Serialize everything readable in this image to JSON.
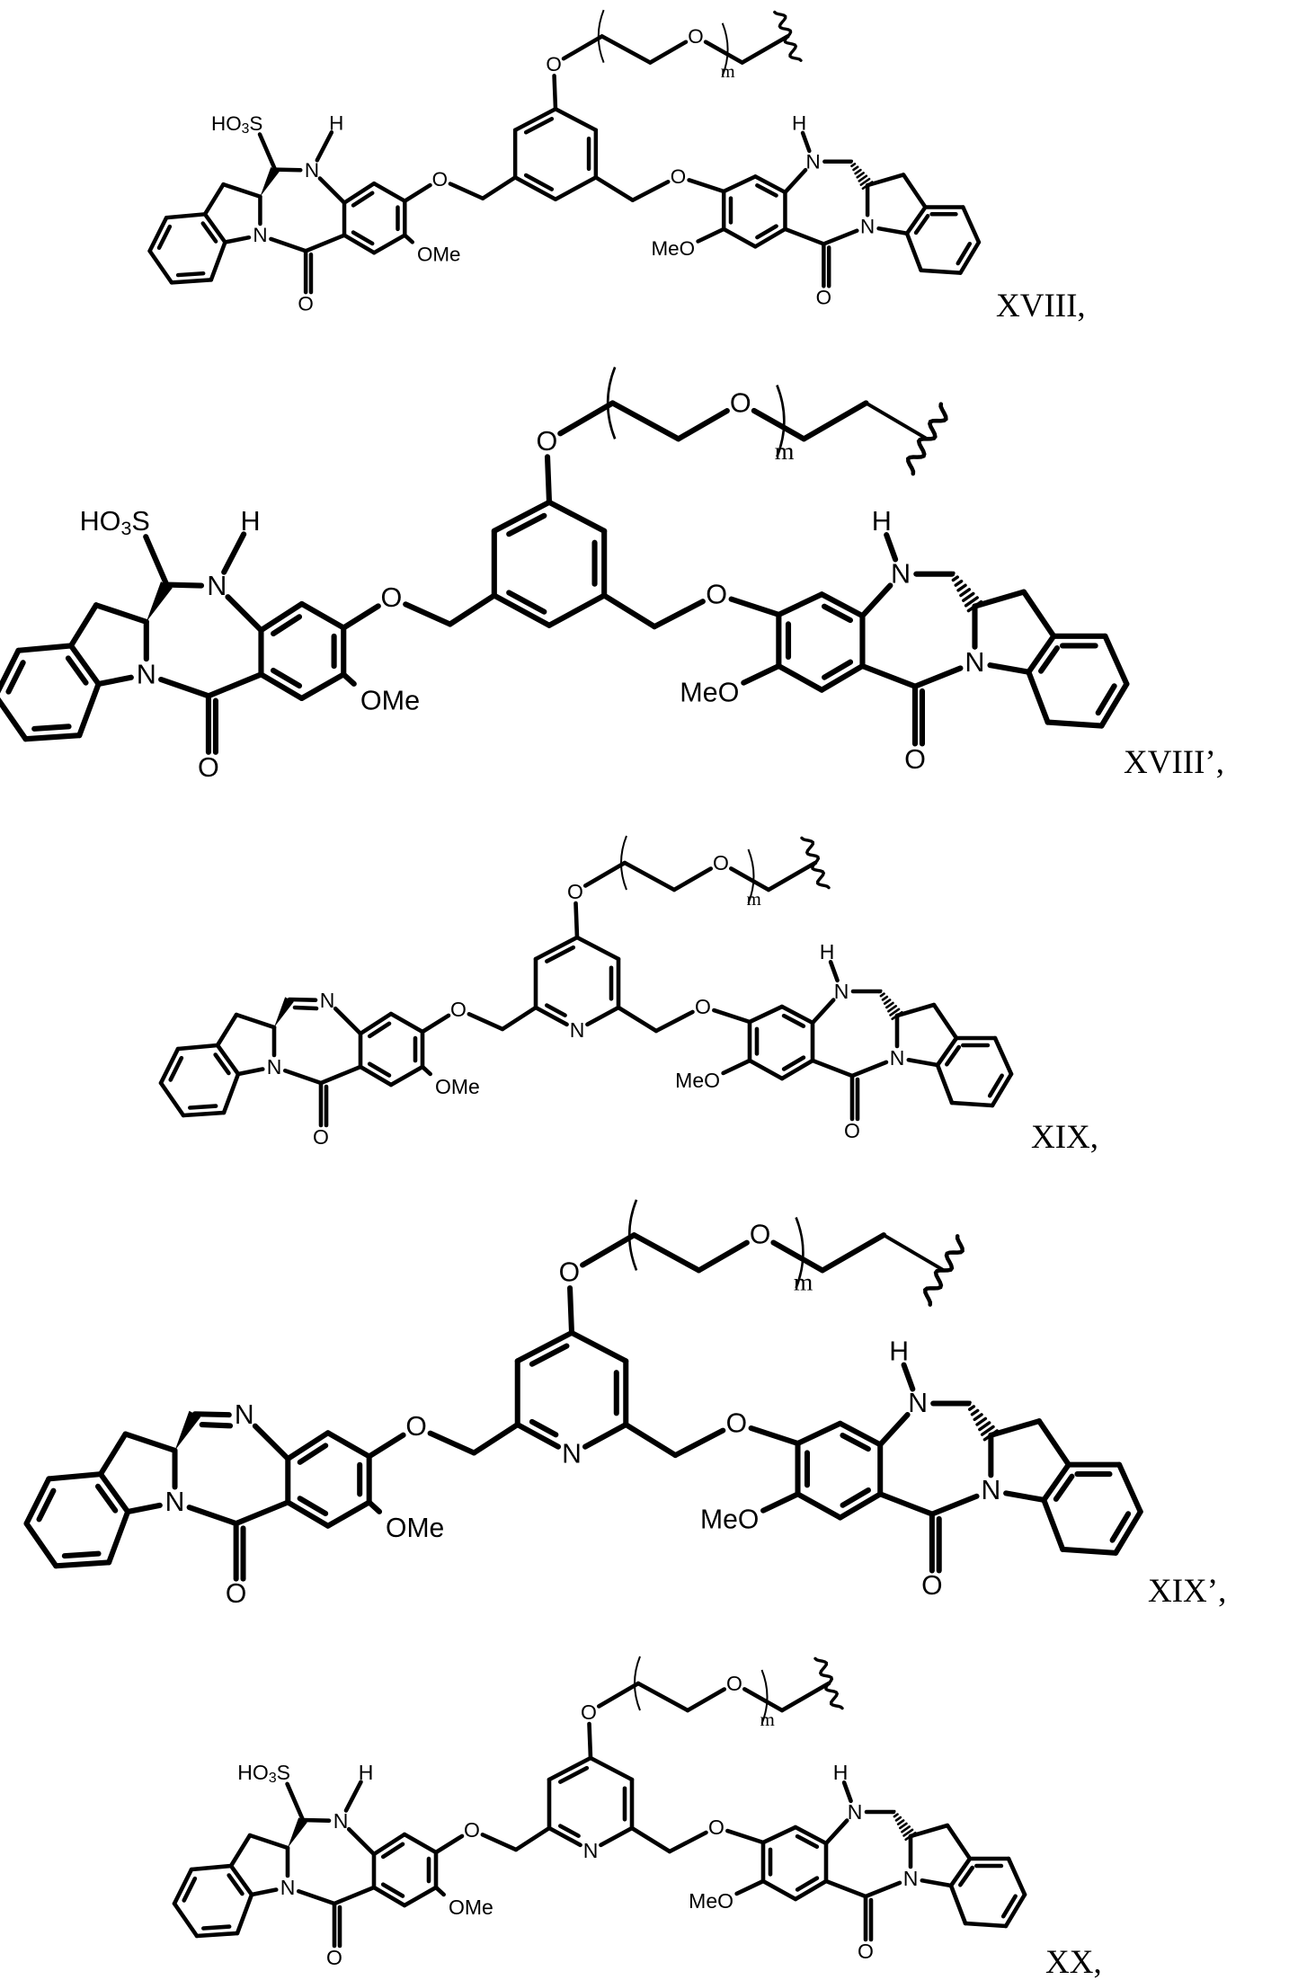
{
  "figure": {
    "type": "chemical-structure-sheet",
    "background": "#ffffff",
    "ink": "#000000"
  },
  "atom_text": {
    "sulfonate": "HO",
    "sulfonate_sub": "3",
    "sulfonate_s": "S",
    "hydrogen": "H",
    "nitrogen": "N",
    "oxygen": "O",
    "methoxy_right": "OMe",
    "methoxy_left": "MeO",
    "repeat_index": "m"
  },
  "compounds": [
    {
      "id": "XVIII",
      "label": "XVIII,",
      "left_unit": "sulfonate-amine",
      "central_ring": "benzene",
      "tail": "short",
      "size": "small"
    },
    {
      "id": "XVIII-prime",
      "label": "XVIII’,",
      "left_unit": "sulfonate-amine",
      "central_ring": "benzene",
      "tail": "long",
      "size": "large"
    },
    {
      "id": "XIX",
      "label": "XIX,",
      "left_unit": "imine",
      "central_ring": "pyridine",
      "tail": "short",
      "size": "small"
    },
    {
      "id": "XIX-prime",
      "label": "XIX’,",
      "left_unit": "imine",
      "central_ring": "pyridine",
      "tail": "long",
      "size": "large"
    },
    {
      "id": "XX",
      "label": "XX,",
      "left_unit": "sulfonate-amine",
      "central_ring": "pyridine",
      "tail": "short",
      "size": "small"
    }
  ]
}
